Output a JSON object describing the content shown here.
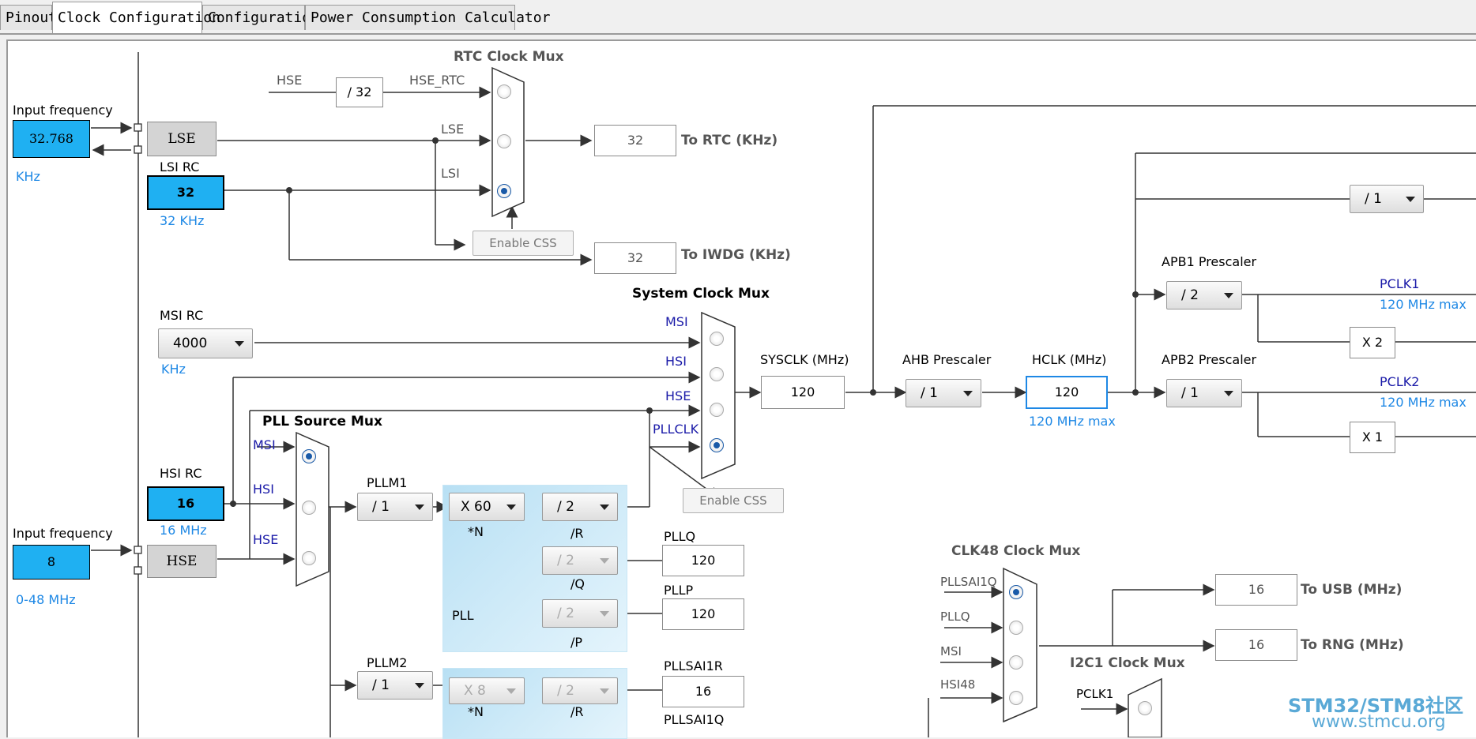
{
  "tabs": [
    "Pinout",
    "Clock Configuration",
    "Configuration",
    "Power Consumption Calculator"
  ],
  "lse": {
    "input_label": "Input frequency",
    "value": "32.768",
    "unit": "KHz",
    "name": "LSE"
  },
  "lsi": {
    "label": "LSI RC",
    "value": "32",
    "unit": "32 KHz"
  },
  "rtc_mux": {
    "title": "RTC Clock Mux",
    "hse": "HSE",
    "div": "/ 32",
    "hse_rtc": "HSE_RTC",
    "lse": "LSE",
    "lsi": "LSI",
    "enable_css": "Enable CSS"
  },
  "rtc_out": {
    "value": "32",
    "label": "To RTC (KHz)"
  },
  "iwdg_out": {
    "value": "32",
    "label": "To IWDG (KHz)"
  },
  "msi": {
    "label": "MSI RC",
    "value": "4000",
    "unit": "KHz"
  },
  "sys_mux": {
    "title": "System Clock Mux",
    "msi": "MSI",
    "hsi": "HSI",
    "hse": "HSE",
    "pllclk": "PLLCLK",
    "enable_css": "Enable CSS"
  },
  "sysclk": {
    "label": "SYSCLK (MHz)",
    "value": "120"
  },
  "ahb": {
    "label": "AHB Prescaler",
    "value": "/ 1"
  },
  "hclk": {
    "label": "HCLK (MHz)",
    "value": "120",
    "max": "120 MHz max"
  },
  "apb1": {
    "label": "APB1 Prescaler",
    "value": "/ 2",
    "pclk": "PCLK1",
    "max": "120 MHz max",
    "mult": "X 2"
  },
  "apb2": {
    "label": "APB2 Prescaler",
    "value": "/ 1",
    "pclk": "PCLK2",
    "max": "120 MHz max",
    "mult": "X 1"
  },
  "top_right_div": "/ 1",
  "pll_mux": {
    "title": "PLL Source Mux",
    "msi": "MSI",
    "hsi": "HSI",
    "hse": "HSE"
  },
  "hsi": {
    "label": "HSI RC",
    "value": "16",
    "unit": "16 MHz"
  },
  "hse": {
    "input_label": "Input frequency",
    "value": "8",
    "range": "0-48 MHz",
    "name": "HSE"
  },
  "pll": {
    "m_label": "PLLM1",
    "m_value": "/ 1",
    "n_value": "X 60",
    "n_label": "*N",
    "r_value": "/ 2",
    "r_label": "/R",
    "q_value": "/ 2",
    "q_label": "/Q",
    "p_value": "/ 2",
    "p_label": "/P",
    "name": "PLL",
    "pllq_label": "PLLQ",
    "pllq_value": "120",
    "pllp_label": "PLLP",
    "pllp_value": "120"
  },
  "pllsai1": {
    "m_label": "PLLM2",
    "m_value": "/ 1",
    "n_value": "X 8",
    "n_label": "*N",
    "r_value": "/ 2",
    "r_label": "/R",
    "r_out_label": "PLLSAI1R",
    "r_out_value": "16",
    "q_out_label": "PLLSAI1Q"
  },
  "clk48": {
    "title": "CLK48 Clock Mux",
    "in1": "PLLSAI1Q",
    "in2": "PLLQ",
    "in3": "MSI",
    "in4": "HSI48",
    "usb_value": "16",
    "usb_label": "To USB (MHz)",
    "rng_value": "16",
    "rng_label": "To RNG (MHz)"
  },
  "i2c1": {
    "title": "I2C1 Clock Mux",
    "in1": "PCLK1"
  },
  "watermark": {
    "line1": "STM32/STM8社区",
    "line2": "www.stmcu.org"
  }
}
